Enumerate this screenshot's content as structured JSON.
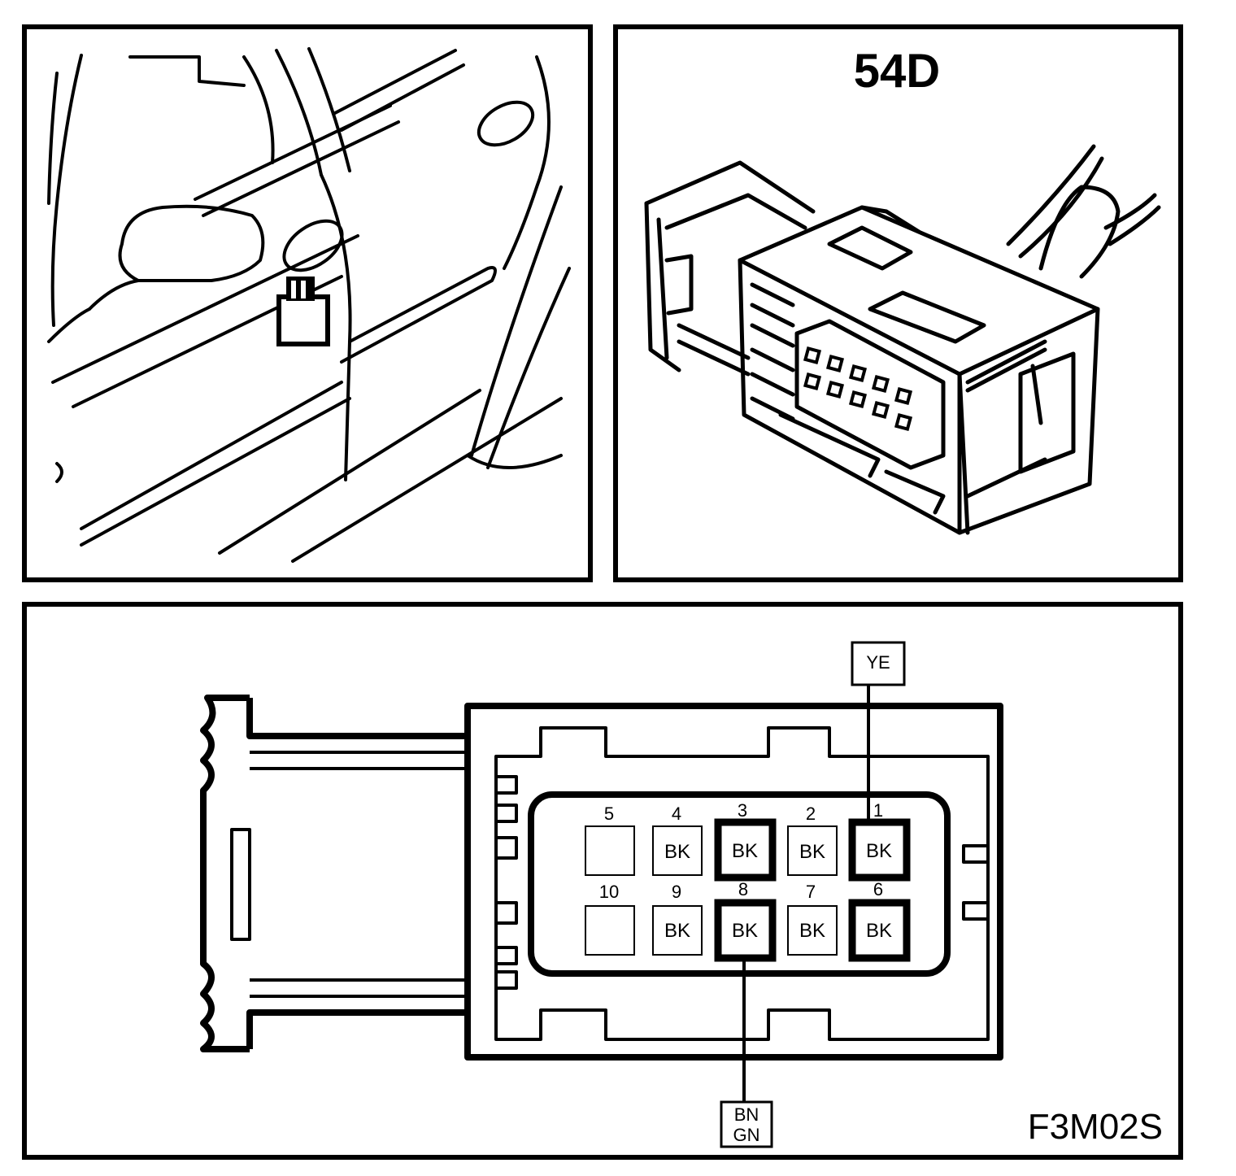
{
  "connector": {
    "title": "54D",
    "figure_code": "F3M02S"
  },
  "pins": [
    {
      "num": "5",
      "color": ""
    },
    {
      "num": "4",
      "color": "BK"
    },
    {
      "num": "3",
      "color": "BK"
    },
    {
      "num": "2",
      "color": "BK"
    },
    {
      "num": "1",
      "color": "BK"
    },
    {
      "num": "10",
      "color": ""
    },
    {
      "num": "9",
      "color": "BK"
    },
    {
      "num": "8",
      "color": "BK"
    },
    {
      "num": "7",
      "color": "BK"
    },
    {
      "num": "6",
      "color": "BK"
    }
  ],
  "wire_labels": {
    "top": "YE",
    "bottom_line1": "BN",
    "bottom_line2": "GN"
  }
}
